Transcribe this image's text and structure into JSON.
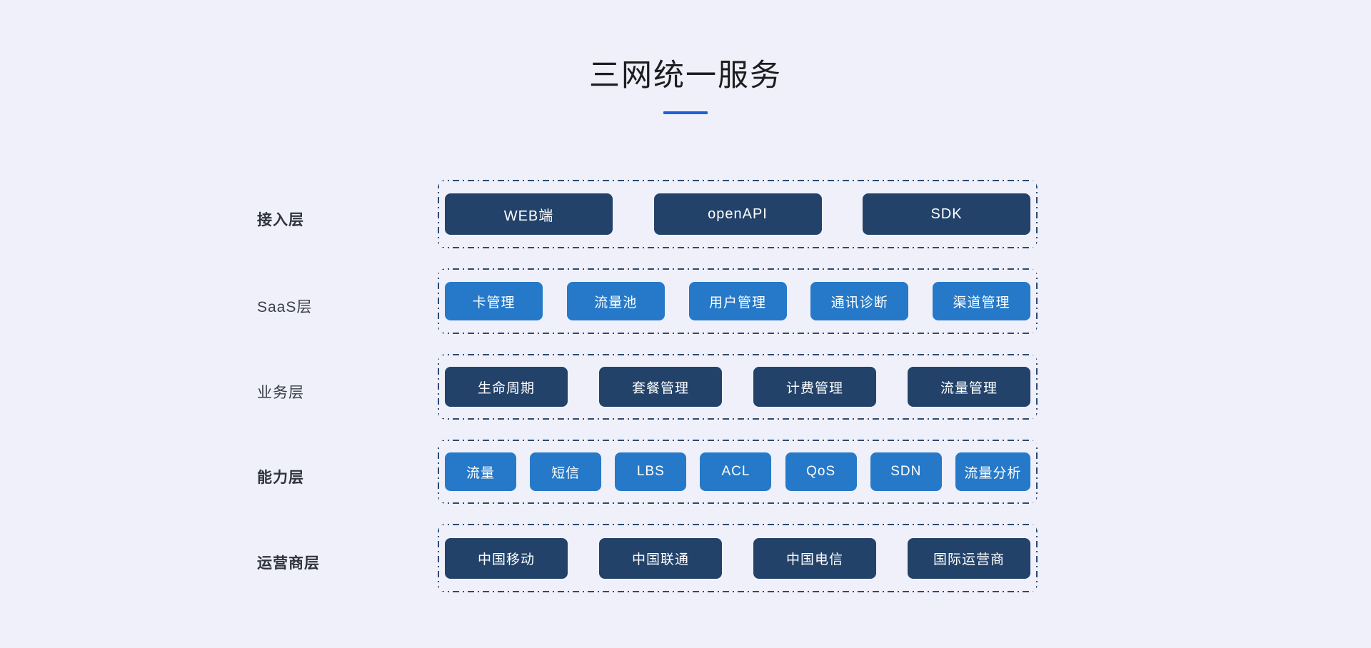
{
  "header": {
    "title": "三网统一服务",
    "underline_color": "#1d5fd6"
  },
  "theme": {
    "background": "#eff0fa",
    "dark_box": "#234269",
    "blue_box": "#2579c8",
    "dashed_border": "#2c4a72",
    "label_color": "#3a3f4a"
  },
  "layers": [
    {
      "key": "access",
      "label": "接入层",
      "style": "dark",
      "items": [
        {
          "label": "WEB端"
        },
        {
          "label": "openAPI"
        },
        {
          "label": "SDK"
        }
      ]
    },
    {
      "key": "saas",
      "label": "SaaS层",
      "style": "blue",
      "items": [
        {
          "label": "卡管理"
        },
        {
          "label": "流量池"
        },
        {
          "label": "用户管理"
        },
        {
          "label": "通讯诊断"
        },
        {
          "label": "渠道管理"
        }
      ]
    },
    {
      "key": "business",
      "label": "业务层",
      "style": "dark",
      "items": [
        {
          "label": "生命周期"
        },
        {
          "label": "套餐管理"
        },
        {
          "label": "计费管理"
        },
        {
          "label": "流量管理"
        }
      ]
    },
    {
      "key": "ability",
      "label": "能力层",
      "style": "blue",
      "items": [
        {
          "label": "流量"
        },
        {
          "label": "短信"
        },
        {
          "label": "LBS"
        },
        {
          "label": "ACL"
        },
        {
          "label": "QoS"
        },
        {
          "label": "SDN"
        },
        {
          "label": "流量分析"
        }
      ]
    },
    {
      "key": "operator",
      "label": "运营商层",
      "style": "dark",
      "items": [
        {
          "label": "中国移动"
        },
        {
          "label": "中国联通"
        },
        {
          "label": "中国电信"
        },
        {
          "label": "国际运营商"
        }
      ]
    }
  ]
}
